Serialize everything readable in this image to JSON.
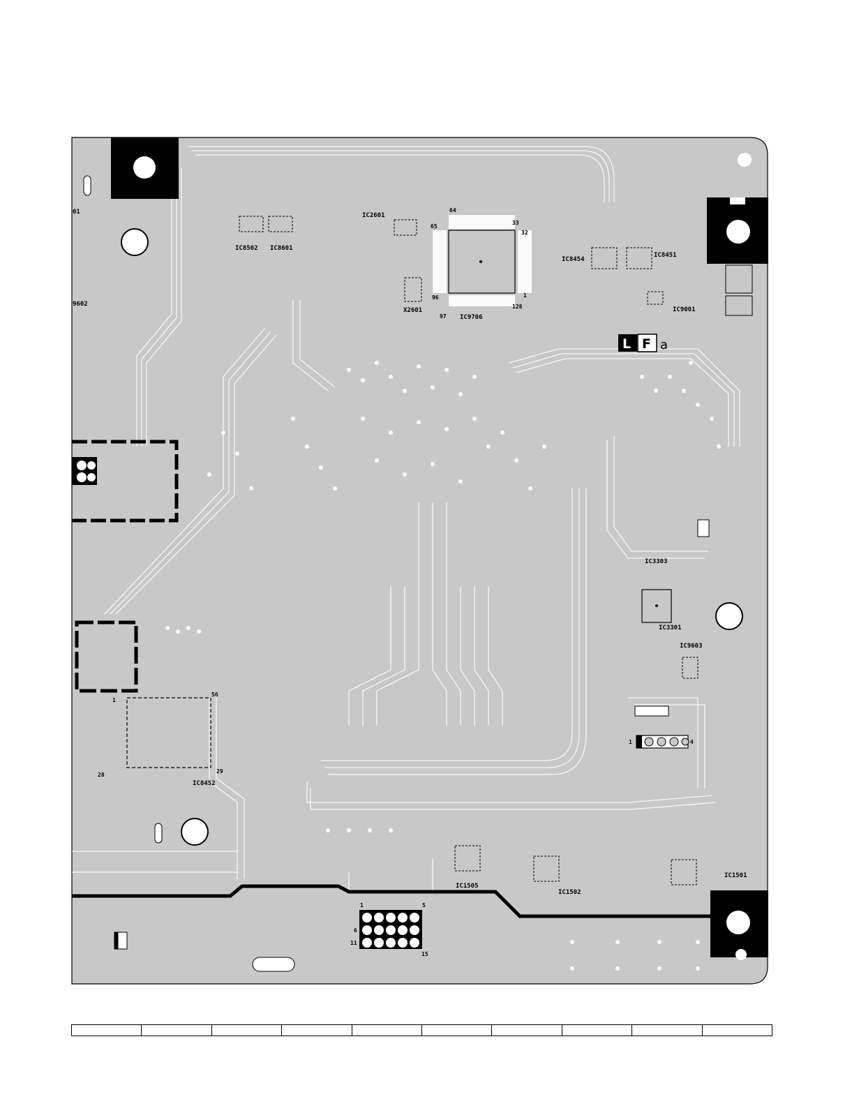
{
  "colors": {
    "board": "#c8c8c8",
    "pad": "#ffffff",
    "ink": "#000000"
  },
  "badge": {
    "letter1": "L",
    "letter2": "F",
    "suffix": "a"
  },
  "components": [
    {
      "id": "ic8502",
      "label": "IC8502"
    },
    {
      "id": "ic8601",
      "label": "IC8601"
    },
    {
      "id": "ic2601",
      "label": "IC2601"
    },
    {
      "id": "ic9706",
      "label": "IC9706"
    },
    {
      "id": "x2601",
      "label": "X2601"
    },
    {
      "id": "ic8454",
      "label": "IC8454"
    },
    {
      "id": "ic8451",
      "label": "IC8451"
    },
    {
      "id": "ic9001",
      "label": "IC9001"
    },
    {
      "id": "ic9602",
      "label": "9602"
    },
    {
      "id": "ic01",
      "label": "01"
    },
    {
      "id": "ic3303",
      "label": "IC3303"
    },
    {
      "id": "ic3301",
      "label": "IC3301"
    },
    {
      "id": "ic9603",
      "label": "IC9603"
    },
    {
      "id": "ic8452",
      "label": "IC8452"
    },
    {
      "id": "ic1505",
      "label": "IC1505"
    },
    {
      "id": "ic1502",
      "label": "IC1502"
    },
    {
      "id": "ic1501",
      "label": "IC1501"
    }
  ],
  "pins": {
    "ic9706": [
      "64",
      "65",
      "33",
      "32",
      "1",
      "128",
      "96",
      "97"
    ],
    "ic8452": [
      "1",
      "56",
      "28",
      "29"
    ],
    "connector": [
      "1",
      "5",
      "6",
      "11",
      "15"
    ],
    "header4": [
      "1",
      "4"
    ]
  },
  "footer_cells": 10
}
